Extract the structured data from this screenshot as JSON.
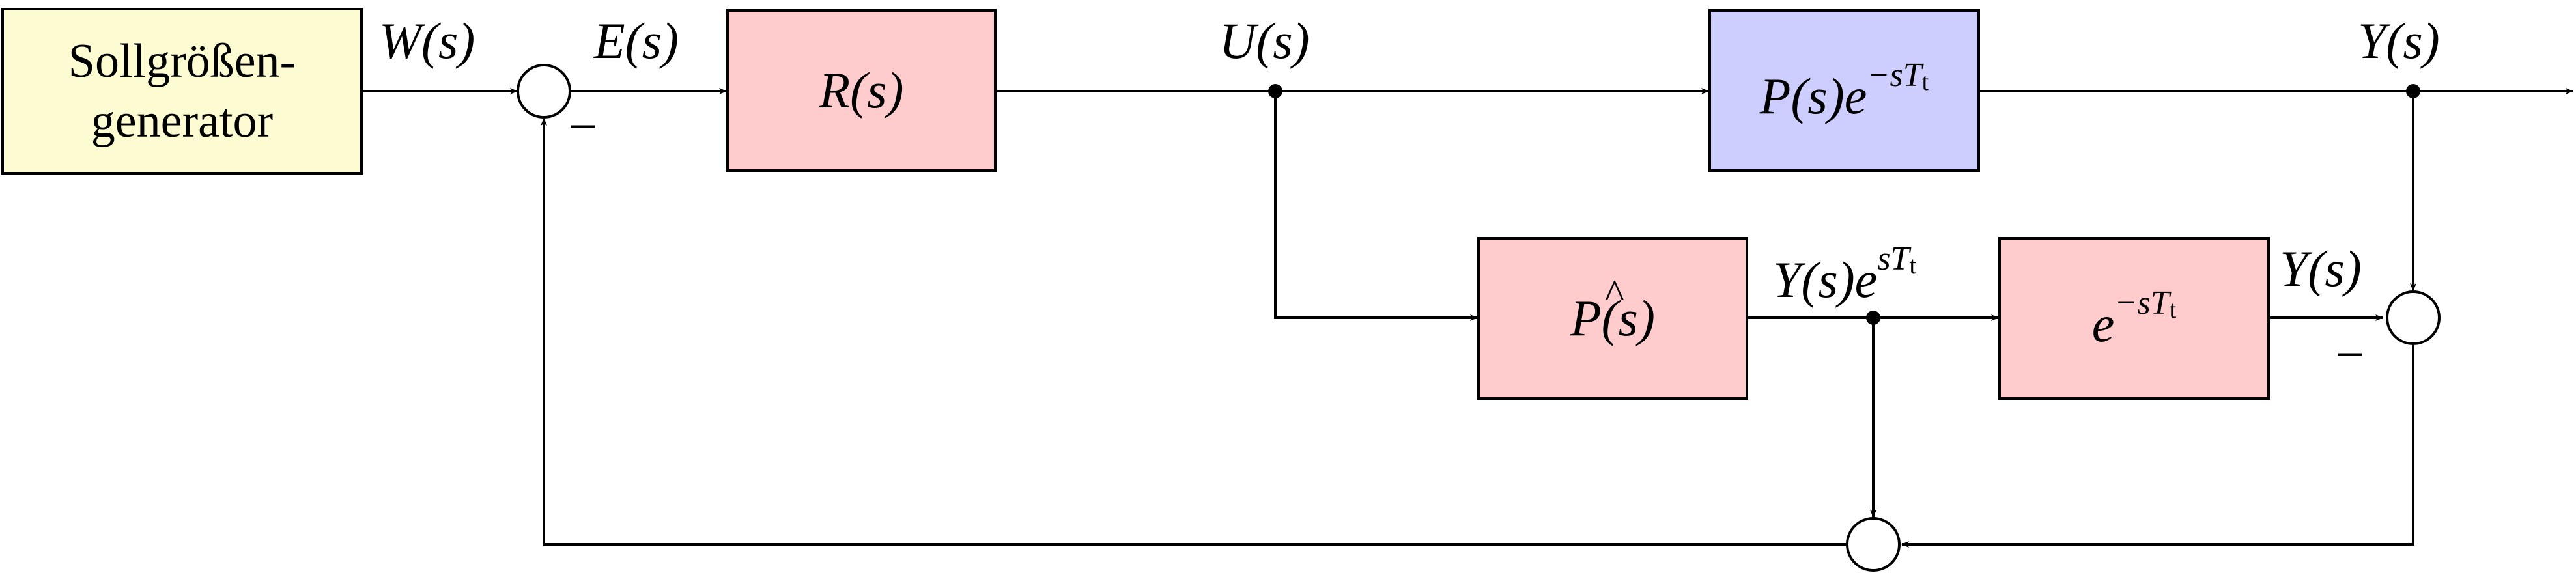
{
  "generator": {
    "line1": "Sollgrößen-",
    "line2": "generator"
  },
  "blocks": {
    "controller": "R(s)",
    "plant": "P(s)e",
    "plant_exp": "−sT",
    "plant_sub": "t",
    "model": "P(s)",
    "model_hat": "^",
    "delay_model": "e",
    "delay_exp": "−sT",
    "delay_sub": "t"
  },
  "signals": {
    "reference": "W(s)",
    "error": "E(s)",
    "control": "U(s)",
    "output": "Y(s)",
    "model_out": "Y(s)e",
    "model_out_exp": "sT",
    "model_out_sub": "t",
    "model_delayed": "Y(s)"
  },
  "signs": {
    "minus": "−"
  },
  "colors": {
    "generator_fill": "#fdfbd1",
    "block_red": "#ffcccd",
    "block_blue": "#cdcdfe",
    "line": "#000000"
  }
}
